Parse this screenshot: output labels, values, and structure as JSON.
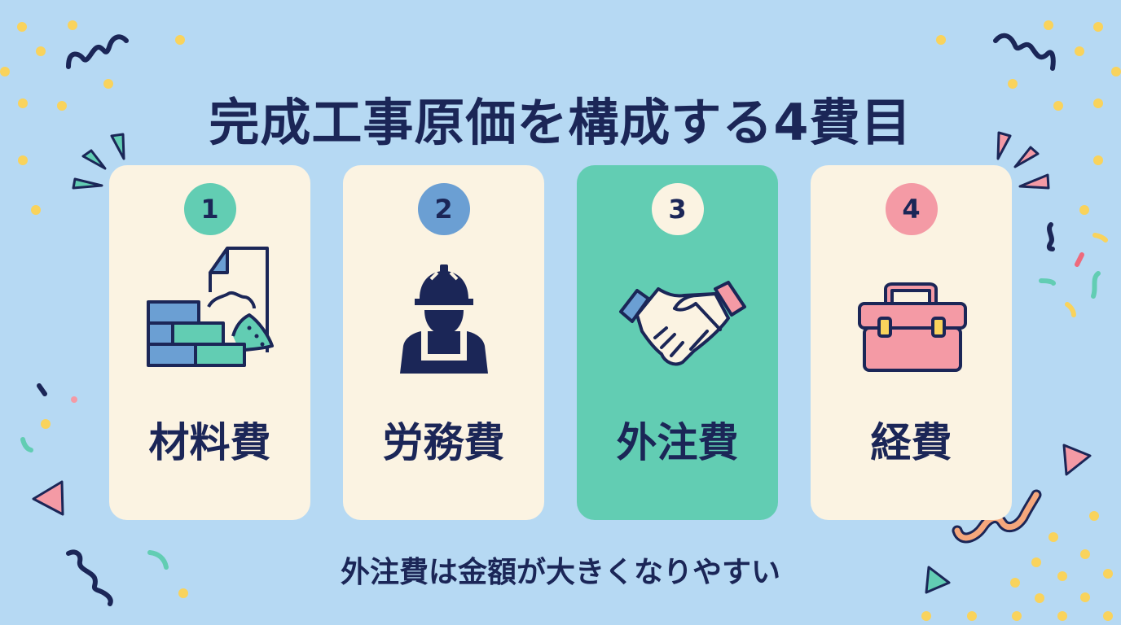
{
  "title": "完成工事原価を構成する4費目",
  "cards": [
    {
      "number": "1",
      "label": "材料費",
      "icon": "bricks-materials-icon",
      "badge_color": "#62cdb3",
      "bg": "#fbf3e2"
    },
    {
      "number": "2",
      "label": "労務費",
      "icon": "construction-worker-icon",
      "badge_color": "#6b9fd3",
      "bg": "#fbf3e2"
    },
    {
      "number": "3",
      "label": "外注費",
      "icon": "handshake-icon",
      "badge_color": "#fbf3e2",
      "bg": "#62cdb3",
      "highlighted": true
    },
    {
      "number": "4",
      "label": "経費",
      "icon": "toolbox-icon",
      "badge_color": "#f49aa5",
      "bg": "#fbf3e2"
    }
  ],
  "footer_note": "外注費は金額が大きくなりやすい",
  "colors": {
    "background": "#b6d9f3",
    "navy": "#1b2657",
    "teal": "#62cdb3",
    "blue": "#6b9fd3",
    "pink": "#f49aa5",
    "cream": "#fbf3e2",
    "yellow": "#f9d35c",
    "orange": "#f5a77c"
  }
}
